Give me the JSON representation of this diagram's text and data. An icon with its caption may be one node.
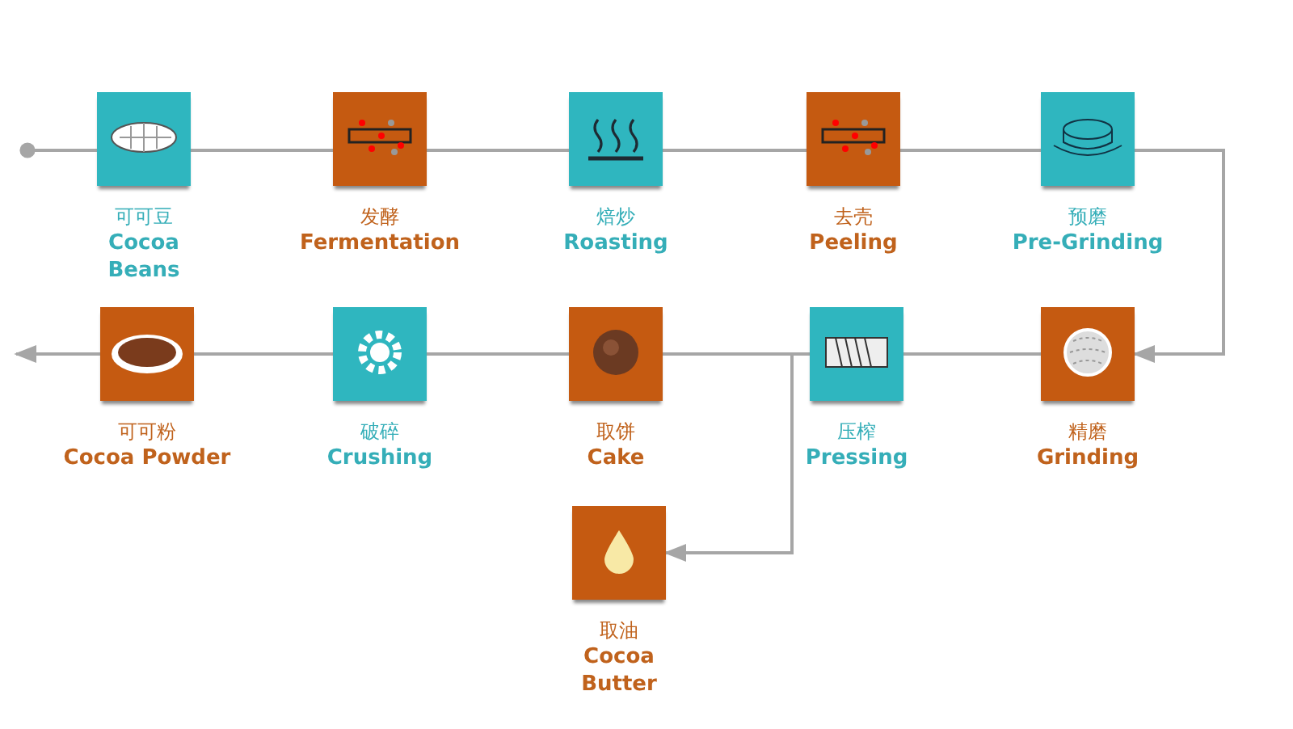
{
  "diagram": {
    "nodes": [
      {
        "text": [
          "可可豆",
          "Cocoa Beans"
        ]
      },
      {
        "text": [
          "发酵",
          "Fermentation"
        ]
      },
      {
        "text": [
          "焙炒",
          "Roasting"
        ]
      },
      {
        "text": [
          "去壳",
          "Peeling"
        ]
      },
      {
        "text": [
          "预磨",
          "Pre-Grinding"
        ]
      },
      {
        "text": [
          "可可粉",
          "Cocoa Powder"
        ]
      },
      {
        "text": [
          "破碎",
          "Crushing"
        ]
      },
      {
        "text": [
          "取饼",
          "Cake"
        ]
      },
      {
        "text": [
          "压榨",
          "Pressing"
        ]
      },
      {
        "text": [
          "精磨",
          "Grinding"
        ]
      },
      {
        "text": [
          "取油",
          "Cocoa Butter"
        ]
      }
    ],
    "edges": [
      {
        "from": null,
        "to": 0,
        "arrow": "other"
      },
      {
        "from": 0,
        "to": 1,
        "arrow": "none"
      },
      {
        "from": 1,
        "to": 2,
        "arrow": "none"
      },
      {
        "from": 2,
        "to": 3,
        "arrow": "none"
      },
      {
        "from": 3,
        "to": 4,
        "arrow": "none"
      },
      {
        "from": 4,
        "to": 9,
        "arrow": "to"
      },
      {
        "from": 9,
        "to": 8,
        "arrow": "none"
      },
      {
        "from": 8,
        "to": 7,
        "arrow": "none"
      },
      {
        "from": 7,
        "to": 6,
        "arrow": "none"
      },
      {
        "from": 6,
        "to": 5,
        "arrow": "none"
      },
      {
        "from": 5,
        "to": null,
        "arrow": "to"
      },
      {
        "from": 8,
        "to": 10,
        "arrow": "to"
      }
    ]
  }
}
